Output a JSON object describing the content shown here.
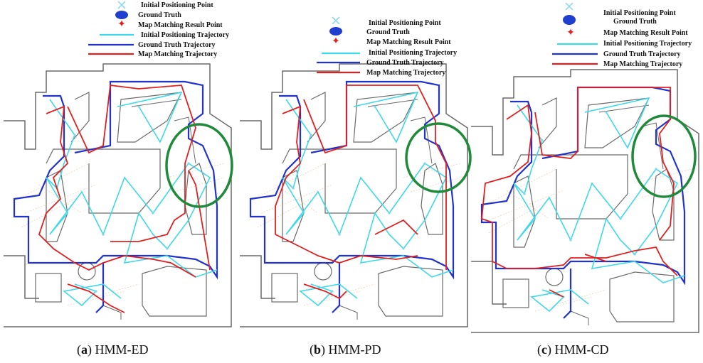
{
  "legend": {
    "items": [
      {
        "label": "Initial Positioning Point",
        "marker": "x-cross-icon",
        "color": "#7fd6f0"
      },
      {
        "label": "Ground Truth",
        "marker": "ellipse-icon",
        "color": "#1f3fcf"
      },
      {
        "label": "Map Matching Result Point",
        "marker": "star-icon",
        "color": "#e0201c"
      },
      {
        "label": "Initial Positioning Trajectory",
        "marker": "line-icon",
        "color": "#3fd8e8"
      },
      {
        "label": "Ground Truth Trajectory",
        "marker": "line-icon",
        "color": "#2233cc"
      },
      {
        "label": "Map Matching Trajectory",
        "marker": "line-icon",
        "color": "#e02020"
      }
    ]
  },
  "panels": [
    {
      "letter": "a",
      "caption": "HMM-ED"
    },
    {
      "letter": "b",
      "caption": "HMM-PD"
    },
    {
      "letter": "c",
      "caption": "HMM-CD"
    }
  ],
  "colors": {
    "building": "#6a6a6a",
    "ground_truth": "#2233cc",
    "initial_traj": "#3fd8e8",
    "matching": "#e02020",
    "highlight": "#1f8a3a"
  }
}
